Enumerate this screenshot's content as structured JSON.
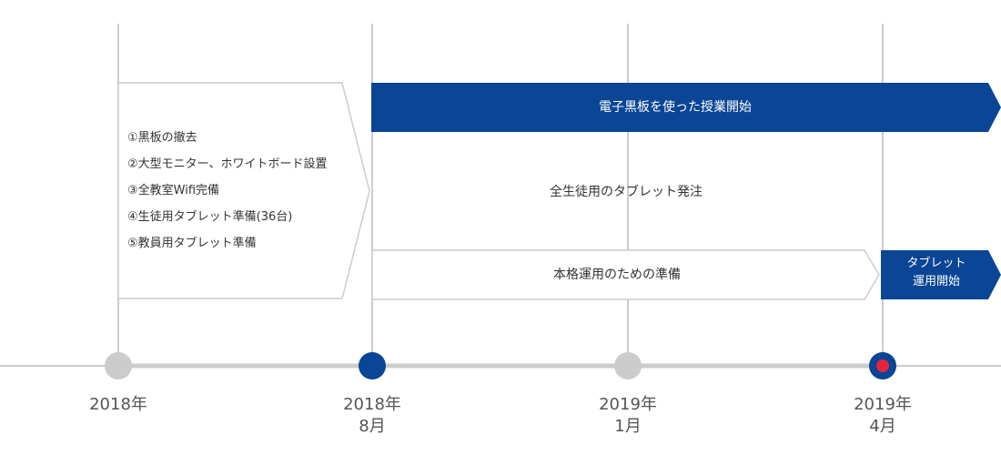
{
  "colors": {
    "navy": "#0a4596",
    "grey_marker": "#cccccc",
    "line": "#cccccc",
    "current_dot": "#e8233c"
  },
  "intro_steps": [
    "①黒板の撤去",
    "②大型モニター、ホワイトボード設置",
    "③全教室Wifi完備",
    "④生徒用タブレット準備(36台)",
    "⑤教員用タブレット準備"
  ],
  "phases": {
    "blackboard_lessons": "電子黒板を使った授業開始",
    "tablet_order": "全生徒用のタブレット発注",
    "full_preparation": "本格運用のための準備",
    "tablet_operation": [
      "タブレット",
      "運用開始"
    ]
  },
  "timeline": [
    {
      "lines": [
        "2018年"
      ],
      "state": "past"
    },
    {
      "lines": [
        "2018年",
        "8月"
      ],
      "state": "done"
    },
    {
      "lines": [
        "2019年",
        "1月"
      ],
      "state": "past"
    },
    {
      "lines": [
        "2019年",
        "4月"
      ],
      "state": "current"
    }
  ]
}
